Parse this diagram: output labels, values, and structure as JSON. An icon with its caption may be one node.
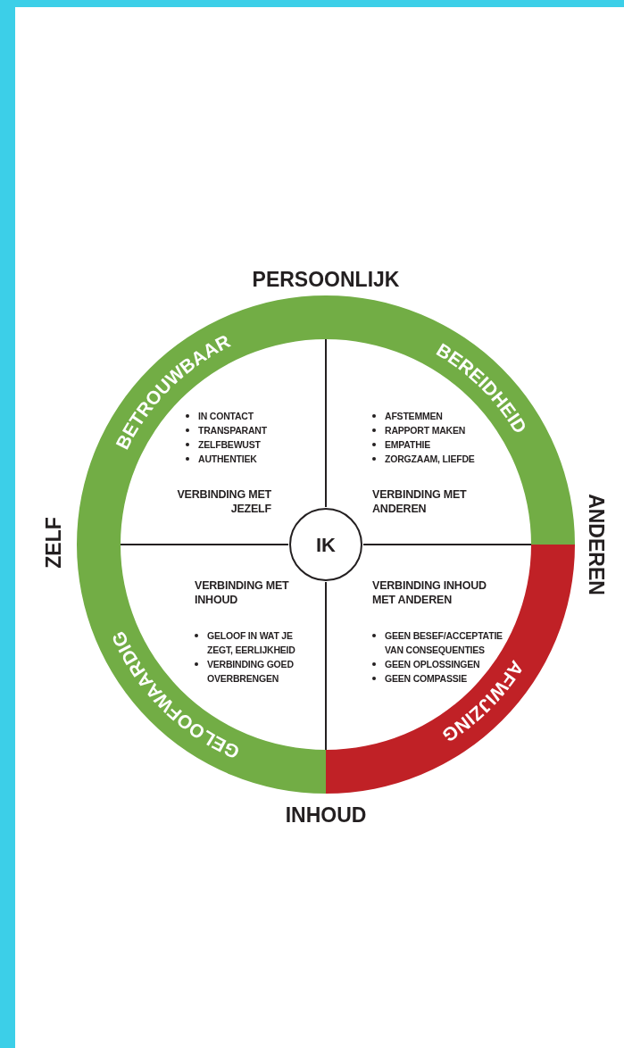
{
  "diagram": {
    "nodes": [
      {
        "text": [
          "BETROUWBAAR"
        ]
      },
      {
        "text": [
          "BEREIDHEID"
        ]
      },
      {
        "text": [
          "IN CONTACT",
          "TRANSPARANT",
          "ZELFBEWUST",
          "AUTHENTIEK",
          "VERBINDING MET JEZELF"
        ]
      },
      {
        "text": [
          "AFSTEMMEN",
          "RAPPORT MAKEN",
          "EMPATHIE",
          "ZORGZAAM, LIEFDE",
          "VERBINDING MET ANDEREN"
        ]
      },
      {
        "text": [
          "IK"
        ]
      },
      {
        "text": [
          "GELOOFWAARDIG"
        ]
      },
      {
        "text": [
          "AFWIJZING"
        ]
      },
      {
        "text": [
          "VERBINDING MET INHOUD",
          "GELOOF IN WAT JE ZEGT, EERLIJKHEID",
          "VERBINDING GOED OVERBRENGEN"
        ]
      },
      {
        "text": [
          "VERBINDING INHOUD MET ANDEREN",
          "GEEN BESEF/ACCEPTATIE VAN CONSEQUENTIES",
          "GEEN OPLOSSINGEN",
          "GEEN COMPASSIE"
        ]
      }
    ],
    "labels": [
      "PERSOONLIJK",
      "ZELF",
      "ANDEREN",
      "INHOUD"
    ]
  }
}
